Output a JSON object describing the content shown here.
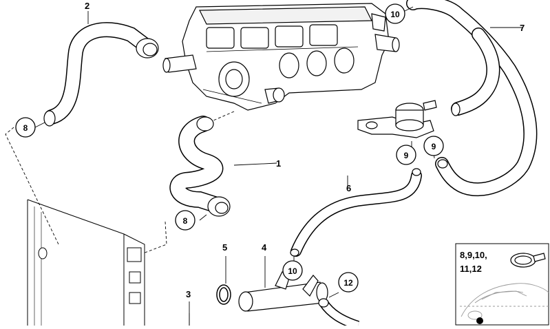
{
  "diagram": {
    "callouts": {
      "c1": "1",
      "c2": "2",
      "c3": "3",
      "c4": "4",
      "c5": "5",
      "c6": "6",
      "c7": "7"
    },
    "circled": {
      "c8a": "8",
      "c8b": "8",
      "c9a": "9",
      "c9b": "9",
      "c10a": "10",
      "c10b": "10",
      "c12": "12"
    },
    "legend": {
      "line1": "8,9,10,",
      "line2": "11,12"
    }
  }
}
